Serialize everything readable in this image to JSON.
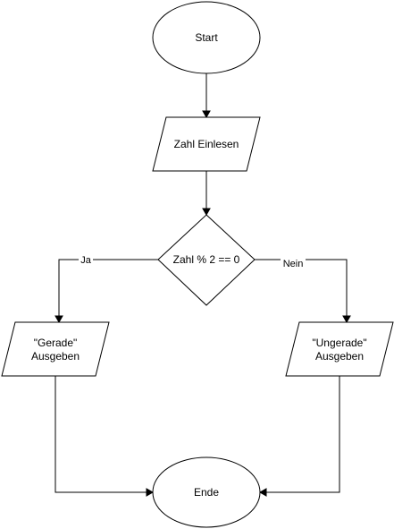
{
  "diagram": {
    "type": "flowchart",
    "nodes": {
      "start": {
        "shape": "ellipse",
        "label": "Start"
      },
      "input": {
        "shape": "parallelogram",
        "label": "Zahl Einlesen"
      },
      "decision": {
        "shape": "diamond",
        "label": "Zahl % 2 == 0"
      },
      "even_output": {
        "shape": "parallelogram",
        "label_line1": "\"Gerade\"",
        "label_line2": "Ausgeben"
      },
      "odd_output": {
        "shape": "parallelogram",
        "label_line1": "\"Ungerade\"",
        "label_line2": "Ausgeben"
      },
      "end": {
        "shape": "ellipse",
        "label": "Ende"
      }
    },
    "edges": {
      "start_to_input": {
        "from": "start",
        "to": "input",
        "label": ""
      },
      "input_to_decision": {
        "from": "input",
        "to": "decision",
        "label": ""
      },
      "decision_yes": {
        "from": "decision",
        "to": "even_output",
        "label": "Ja"
      },
      "decision_no": {
        "from": "decision",
        "to": "odd_output",
        "label": "Nein"
      },
      "even_to_end": {
        "from": "even_output",
        "to": "end",
        "label": ""
      },
      "odd_to_end": {
        "from": "odd_output",
        "to": "end",
        "label": ""
      }
    },
    "colors": {
      "stroke": "#000000",
      "fill": "#ffffff",
      "text": "#000000"
    }
  }
}
